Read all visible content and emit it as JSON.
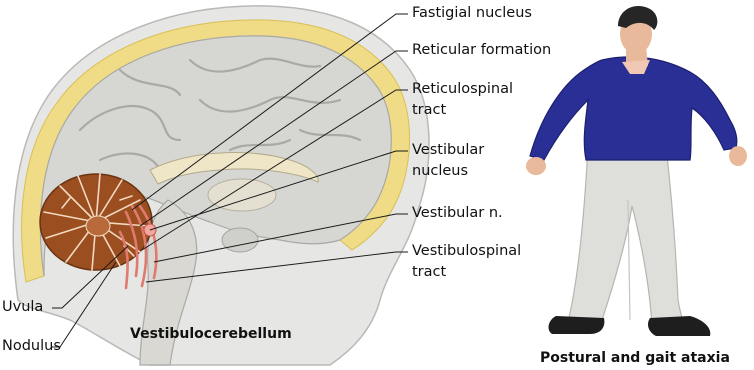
{
  "labels": {
    "fastigial": "Fastigial nucleus",
    "reticular_formation": "Reticular formation",
    "reticulospinal": "Reticulospinal tract",
    "vestibular_nucleus": "Vestibular nucleus",
    "vestibular_n": "Vestibular n.",
    "vestibulospinal": "Vestibulospinal tract",
    "uvula": "Uvula",
    "nodulus": "Nodulus"
  },
  "captions": {
    "left": "Vestibulocerebellum",
    "right": "Postural and gait ataxia"
  },
  "colors": {
    "skull": "#e6e6e4",
    "skull_edge": "#b9b9b7",
    "dura": "#f0dc86",
    "brain": "#d6d6d3",
    "gyri_lines": "#a9a9a6",
    "cerebellum": "#9b4e1f",
    "tracts": "#e07a70",
    "sweater": "#2a2f96",
    "trousers": "#dedfda",
    "shoes": "#1e1e1e",
    "skin": "#e8b99a",
    "hair": "#262626"
  }
}
